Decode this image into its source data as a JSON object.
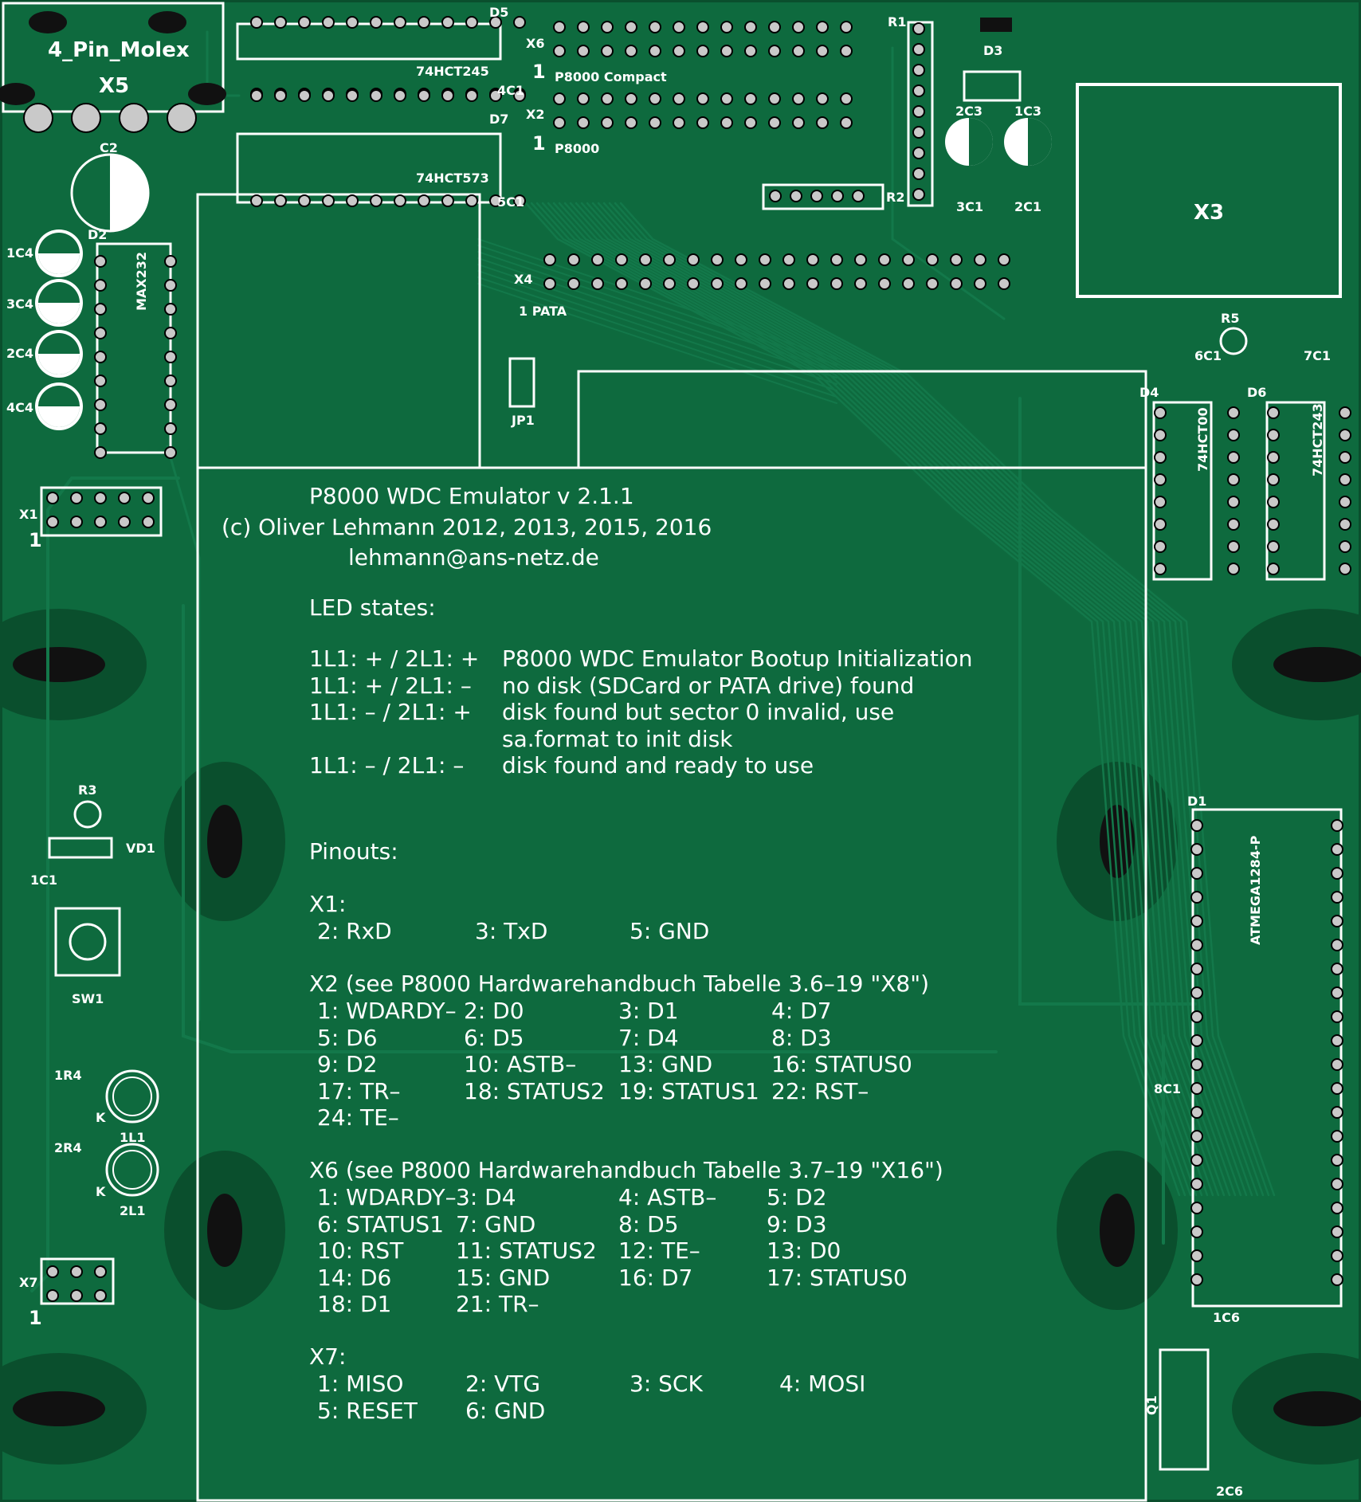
{
  "colors": {
    "board": "#0e6a3e",
    "board_dark": "#0a4f2d",
    "trace": "#13784a",
    "silkscreen": "#ffffff",
    "pad": "#c9c9c9",
    "hole": "#111111"
  },
  "components": {
    "x5_name": "4_Pin_Molex",
    "x5_ref": "X5",
    "c2": "C2",
    "d2": "D2",
    "max232": "MAX232",
    "c1_4": "1C4",
    "c3_4": "3C4",
    "c2_4": "2C4",
    "c4_4": "4C4",
    "d5": "D5",
    "hct245": "74HCT245",
    "c4_1": "4C1",
    "d7": "D7",
    "hct573": "74HCT573",
    "c5_1": "5C1",
    "x6": "X6",
    "x6_pin1": "1",
    "x6_label": "P8000 Compact",
    "x2": "X2",
    "x2_pin1": "1",
    "x2_label": "P8000",
    "r1": "R1",
    "d3": "D3",
    "c2_3": "2C3",
    "c1_3": "1C3",
    "c3_1": "3C1",
    "c2_1": "2C1",
    "r2": "R2",
    "x3": "X3",
    "x4": "X4",
    "x4_label": "1 PATA",
    "jp1": "JP1",
    "r5": "R5",
    "c6_1": "6C1",
    "c7_1": "7C1",
    "d4": "D4",
    "hct00": "74HCT00",
    "d6": "D6",
    "hct243": "74HCT243",
    "x1": "X1",
    "x1_pin1": "1",
    "r3": "R3",
    "vd1": "VD1",
    "c1_1": "1C1",
    "sw1": "SW1",
    "r1_4": "1R4",
    "k1": "K",
    "l1_1": "1L1",
    "r2_4": "2R4",
    "k2": "K",
    "l2_1": "2L1",
    "x7": "X7",
    "x7_pin1": "1",
    "d1": "D1",
    "atmega": "ATMEGA1284-P",
    "c8_1": "8C1",
    "c1_6": "1C6",
    "q1": "Q1",
    "c2_6": "2C6"
  },
  "info": {
    "title": "P8000 WDC Emulator v 2.1.1",
    "copyright": "(c) Oliver Lehmann 2012, 2013, 2015, 2016",
    "email": "lehmann@ans-netz.de",
    "led_heading": "LED states:",
    "led_states": [
      {
        "state": "1L1: + / 2L1: +",
        "desc": "P8000 WDC Emulator Bootup Initialization"
      },
      {
        "state": "1L1: + / 2L1: –",
        "desc": "no disk (SDCard or PATA drive) found"
      },
      {
        "state": "1L1: – / 2L1: +",
        "desc": "disk found but sector 0 invalid, use"
      },
      {
        "state": "",
        "desc": "sa.format to init disk"
      },
      {
        "state": "1L1: – / 2L1: –",
        "desc": "disk found and ready to use"
      }
    ],
    "pinouts_heading": "Pinouts:",
    "x1_heading": "X1:",
    "x1_rows": [
      [
        "2: RxD",
        "3: TxD",
        "5: GND",
        ""
      ]
    ],
    "x2_heading": "X2 (see P8000 Hardwarehandbuch Tabelle 3.6–19 \"X8\")",
    "x2_rows": [
      [
        "1: WDARDY–",
        "2: D0",
        "3: D1",
        "4: D7"
      ],
      [
        "5: D6",
        "6: D5",
        "7: D4",
        "8: D3"
      ],
      [
        "9: D2",
        "10: ASTB–",
        "13: GND",
        "16: STATUS0"
      ],
      [
        "17: TR–",
        "18: STATUS2",
        "19: STATUS1",
        "22: RST–"
      ],
      [
        "24: TE–",
        "",
        "",
        ""
      ]
    ],
    "x6_heading": "X6 (see P8000 Hardwarehandbuch Tabelle 3.7–19 \"X16\")",
    "x6_rows": [
      [
        "1: WDARDY–",
        "3: D4",
        "4: ASTB–",
        "5: D2"
      ],
      [
        "6: STATUS1",
        "7: GND",
        "8: D5",
        "9: D3"
      ],
      [
        "10: RST",
        "11: STATUS2",
        "12: TE–",
        "13: D0"
      ],
      [
        "14: D6",
        "15: GND",
        "16: D7",
        "17: STATUS0"
      ],
      [
        "18: D1",
        "21: TR–",
        "",
        ""
      ]
    ],
    "x7_heading": "X7:",
    "x7_rows": [
      [
        "1: MISO",
        "2: VTG",
        "3: SCK",
        "4: MOSI"
      ],
      [
        "5: RESET",
        "6: GND",
        "",
        ""
      ]
    ]
  }
}
